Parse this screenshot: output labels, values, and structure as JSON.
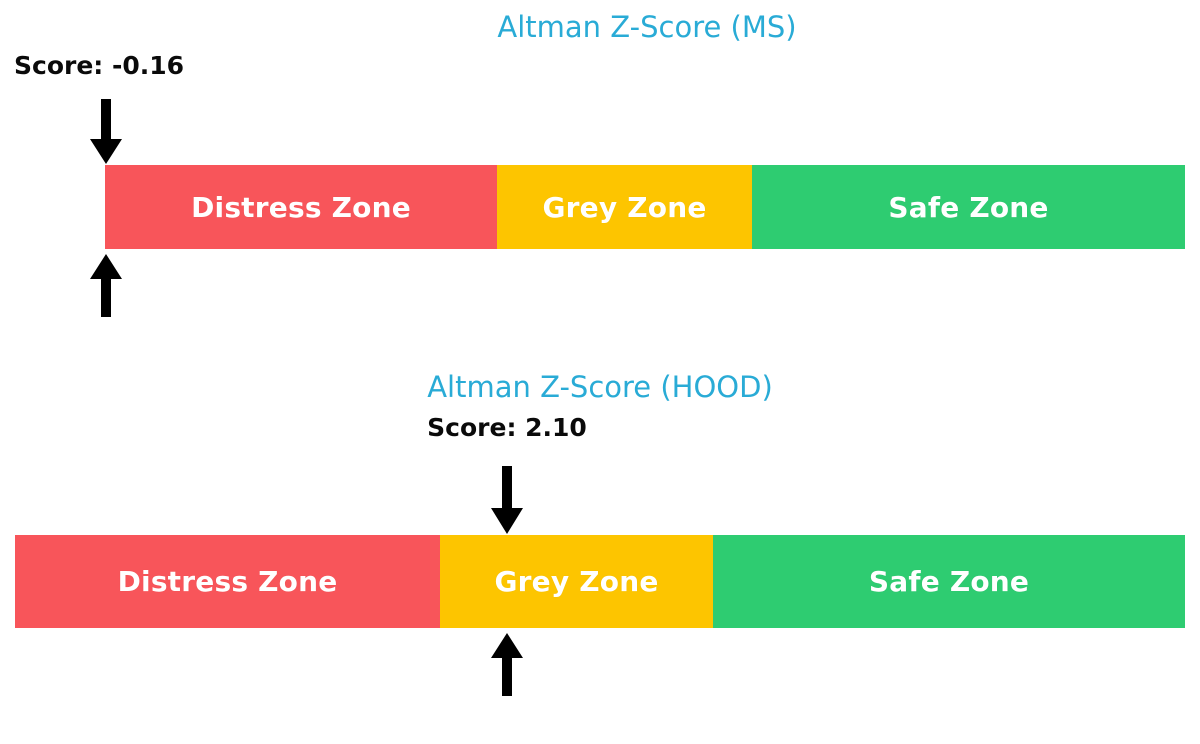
{
  "figure": {
    "background_color": "#ffffff",
    "title_color": "#29abd6",
    "score_color": "#0a0a0a",
    "zone_label_color": "#ffffff",
    "arrow_color": "#000000"
  },
  "chart_data": [
    {
      "type": "bar",
      "orientation": "horizontal-stacked-gauge",
      "title": "Altman Z-Score (MS)",
      "ticker": "MS",
      "score_label": "Score: -0.16",
      "score_value": -0.16,
      "marker_position_fraction": 0.0,
      "categories": [
        "Distress Zone",
        "Grey Zone",
        "Safe Zone"
      ],
      "values": [
        36.3,
        23.6,
        40.1
      ],
      "colors": [
        "#f8555a",
        "#fdc500",
        "#2ecc71"
      ],
      "xlabel": "",
      "ylabel": "",
      "grid": false,
      "legend": "none",
      "annotations": [
        "down-arrow above gauge at score position",
        "up-arrow below gauge at score position"
      ]
    },
    {
      "type": "bar",
      "orientation": "horizontal-stacked-gauge",
      "title": "Altman Z-Score (HOOD)",
      "ticker": "HOOD",
      "score_label": "Score: 2.10",
      "score_value": 2.1,
      "marker_position_fraction": 0.42,
      "categories": [
        "Distress Zone",
        "Grey Zone",
        "Safe Zone"
      ],
      "values": [
        36.3,
        23.3,
        40.4
      ],
      "colors": [
        "#f8555a",
        "#fdc500",
        "#2ecc71"
      ],
      "xlabel": "",
      "ylabel": "",
      "grid": false,
      "legend": "none",
      "annotations": [
        "down-arrow above gauge at score position",
        "up-arrow below gauge at score position"
      ]
    }
  ],
  "charts": [
    {
      "id": "ms",
      "title": "Altman Z-Score (MS)",
      "score_label": "Score: -0.16",
      "zones": [
        {
          "label": "Distress Zone",
          "color": "#f8555a"
        },
        {
          "label": "Grey Zone",
          "color": "#fdc500"
        },
        {
          "label": "Safe Zone",
          "color": "#2ecc71"
        }
      ]
    },
    {
      "id": "hood",
      "title": "Altman Z-Score (HOOD)",
      "score_label": "Score: 2.10",
      "zones": [
        {
          "label": "Distress Zone",
          "color": "#f8555a"
        },
        {
          "label": "Grey Zone",
          "color": "#fdc500"
        },
        {
          "label": "Safe Zone",
          "color": "#2ecc71"
        }
      ]
    }
  ]
}
